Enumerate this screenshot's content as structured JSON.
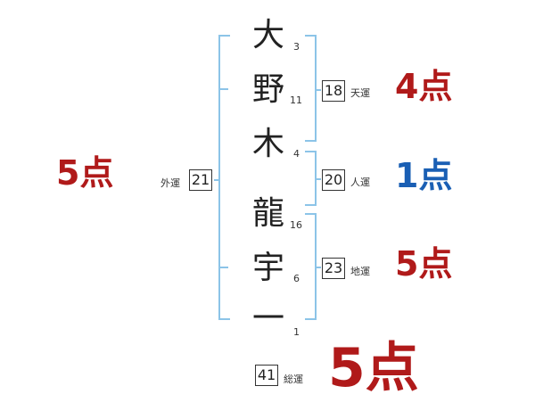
{
  "name_chars": [
    {
      "char": "大",
      "strokes": "3"
    },
    {
      "char": "野",
      "strokes": "11"
    },
    {
      "char": "木",
      "strokes": "4"
    },
    {
      "char": "龍",
      "strokes": "16"
    },
    {
      "char": "宇",
      "strokes": "6"
    },
    {
      "char": "一",
      "strokes": "1"
    }
  ],
  "fortunes": {
    "tenun": {
      "value": "18",
      "label": "天運",
      "score": "4点",
      "color": "#b01a1a"
    },
    "jinun": {
      "value": "20",
      "label": "人運",
      "score": "1点",
      "color": "#1a5fb4"
    },
    "chiun": {
      "value": "23",
      "label": "地運",
      "score": "5点",
      "color": "#b01a1a"
    },
    "gaiun": {
      "value": "21",
      "label": "外運",
      "score": "5点",
      "color": "#b01a1a"
    },
    "souun": {
      "value": "41",
      "label": "総運",
      "score": "5点",
      "color": "#b01a1a"
    }
  },
  "colors": {
    "bracket": "#8cc4e8"
  }
}
